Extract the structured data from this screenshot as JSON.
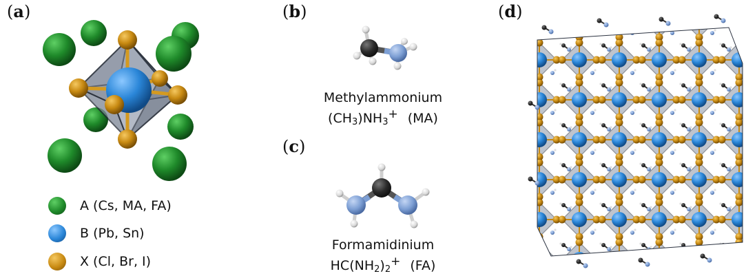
{
  "panels": {
    "a": {
      "label": "a"
    },
    "b": {
      "label": "b"
    },
    "c": {
      "label": "c"
    },
    "d": {
      "label": "d"
    }
  },
  "legend": [
    {
      "text": "A (Cs, MA, FA)",
      "color": "#1f8a2a"
    },
    {
      "text": "B (Pb, Sn)",
      "color": "#2a86d8"
    },
    {
      "text": "X (Cl, Br, I)",
      "color": "#c88a12"
    }
  ],
  "molecules": {
    "ma": {
      "name": "Methylammonium",
      "f1": "(CH",
      "s1": "3",
      "f2": ")NH",
      "s2": "3",
      "charge": "+",
      "abbr": "(MA)"
    },
    "fa": {
      "name": "Formamidinium",
      "f1": "HC(NH",
      "s1": "2",
      "f2": ")",
      "s2": "2",
      "charge": "+",
      "abbr": "(FA)"
    }
  },
  "colors": {
    "a_site": "#1f8a2a",
    "b_site": "#2a86d8",
    "x_site": "#c88a12",
    "carbon": "#2b2b2b",
    "nitrogen": "#7d9fd4",
    "hydrogen": "#d8d8d8",
    "octahedron": "#7c8595"
  }
}
